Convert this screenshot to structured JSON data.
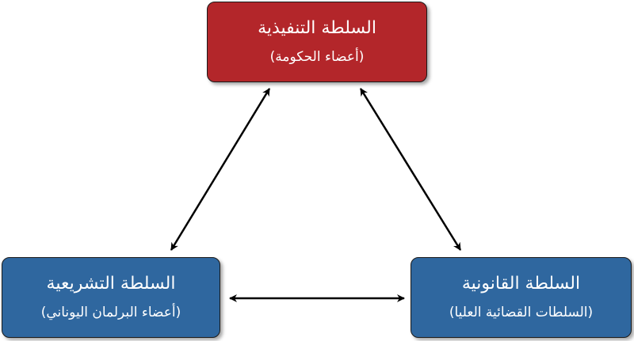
{
  "colors": {
    "executive_fill": "#b3262a",
    "legislative_fill": "#2f679f",
    "judicial_fill": "#2f679f",
    "arrow": "#000000"
  },
  "nodes": {
    "executive": {
      "title": "السلطة التنفيذية",
      "subtitle": "(أعضاء الحكومة)"
    },
    "legislative": {
      "title": "السلطة التشريعية",
      "subtitle": "(أعضاء البرلمان اليوناني)"
    },
    "judicial": {
      "title": "السلطة القانونية",
      "subtitle": "(السلطات القضائية العليا)"
    }
  },
  "edges": [
    {
      "from": "executive",
      "to": "legislative",
      "direction": "both"
    },
    {
      "from": "executive",
      "to": "judicial",
      "direction": "both"
    },
    {
      "from": "legislative",
      "to": "judicial",
      "direction": "both"
    }
  ]
}
